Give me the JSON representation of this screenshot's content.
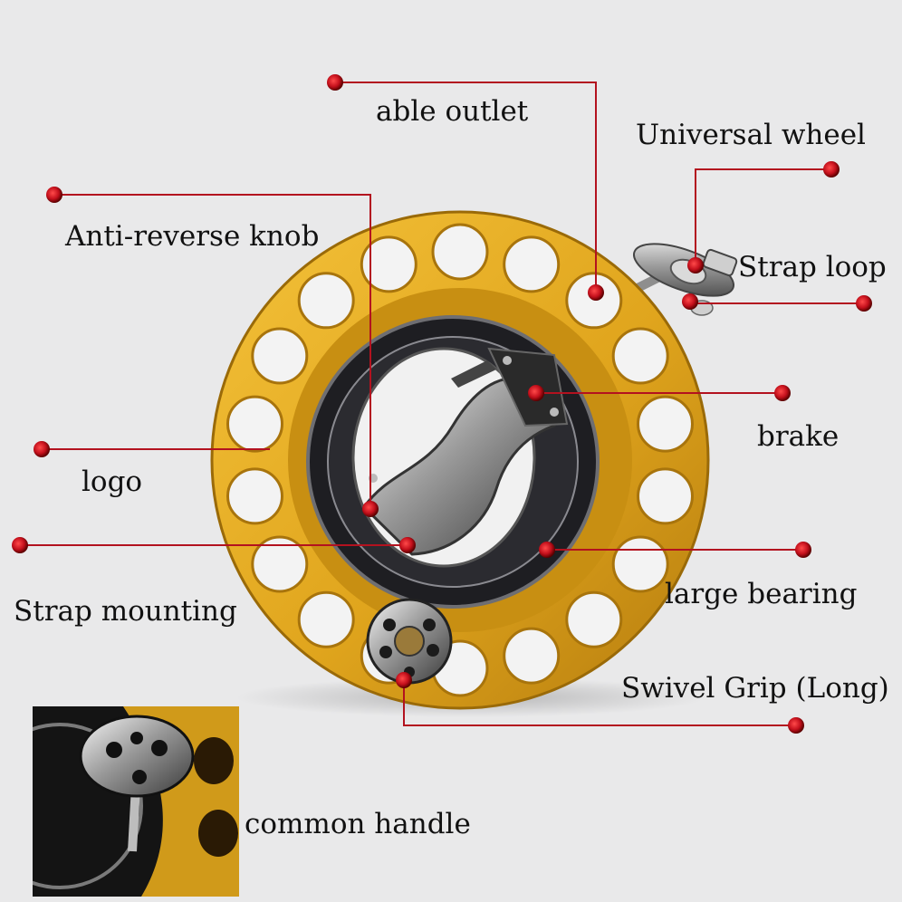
{
  "colors": {
    "background": "#e9e9ea",
    "reel_gold": "#e0a51d",
    "leader": "#b3121f",
    "dot": "#c4101c"
  },
  "labels": {
    "able_outlet": "able outlet",
    "universal_wheel": "Universal wheel",
    "anti_reverse_knob": "Anti-reverse knob",
    "strap_loop": "Strap loop",
    "brake": "brake",
    "logo": "logo",
    "strap_mounting": "Strap mounting",
    "large_bearing": "large bearing",
    "swivel_grip": "Swivel Grip (Long)",
    "common_handle": "common handle"
  }
}
